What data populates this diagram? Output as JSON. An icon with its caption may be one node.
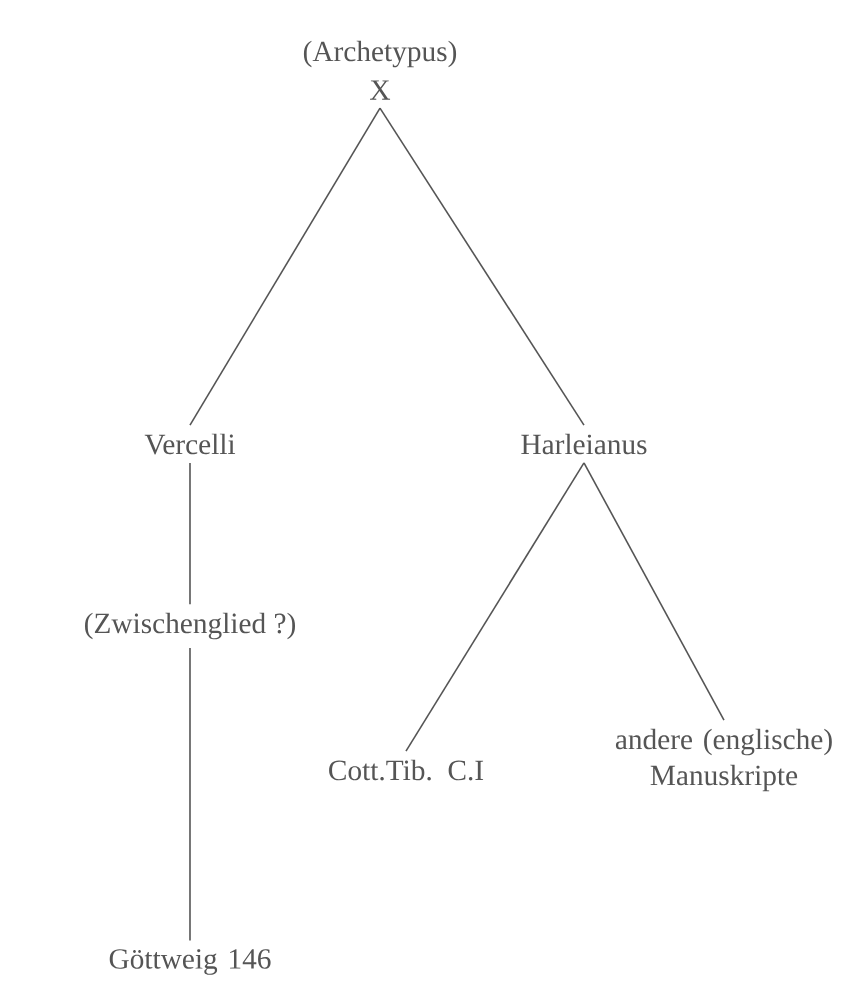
{
  "diagram": {
    "nodes": [
      {
        "text": [
          "X"
        ],
        "beside": [
          "(Archetypus)"
        ]
      },
      {
        "text": [
          "Vercelli"
        ]
      },
      {
        "text": [
          "Harleianus"
        ]
      },
      {
        "text": [
          "(Zwischenglied ?)"
        ]
      },
      {
        "text": [
          "Cott.Tib. C.I"
        ]
      },
      {
        "text": [
          "andere (englische) Manuskripte"
        ]
      },
      {
        "text": [
          "Göttweig 146"
        ]
      }
    ],
    "edges": [
      {
        "from": 0,
        "to": 1,
        "arrow": "none"
      },
      {
        "from": 0,
        "to": 2,
        "arrow": "none"
      },
      {
        "from": 1,
        "to": 3,
        "arrow": "none"
      },
      {
        "from": 3,
        "to": 6,
        "arrow": "none"
      },
      {
        "from": 2,
        "to": 4,
        "arrow": "none"
      },
      {
        "from": 2,
        "to": 5,
        "arrow": "none"
      }
    ]
  }
}
